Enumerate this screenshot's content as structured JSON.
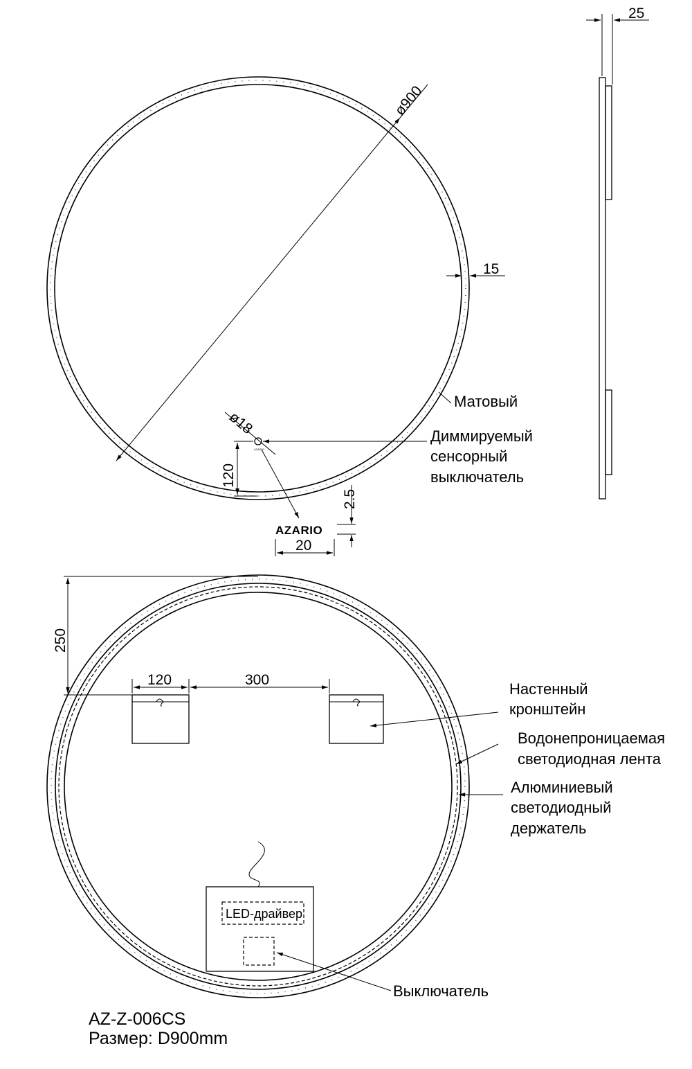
{
  "dimensions": {
    "diameter": "ø900",
    "frame_width": "15",
    "depth": "25",
    "switch_diameter": "ø18",
    "switch_offset": "120",
    "logo_height": "2.5",
    "logo_width": "20",
    "bracket_offset_top": "250",
    "bracket_width": "120",
    "bracket_spacing": "300"
  },
  "labels": {
    "matte": "Матовый",
    "dimmable_switch": [
      "Диммируемый",
      "сенсорный",
      "выключатель"
    ],
    "wall_bracket": [
      "Настенный",
      "кронштейн"
    ],
    "led_strip": [
      "Водонепроницаемая",
      "светодиодная лента"
    ],
    "led_holder": [
      "Алюминиевый",
      "светодиодный",
      "держатель"
    ],
    "led_driver": "LED-драйвер",
    "switch": "Выключатель",
    "logo": "AZARIO"
  },
  "footer": {
    "model": "AZ-Z-006CS",
    "size": "Размер: D900mm"
  }
}
